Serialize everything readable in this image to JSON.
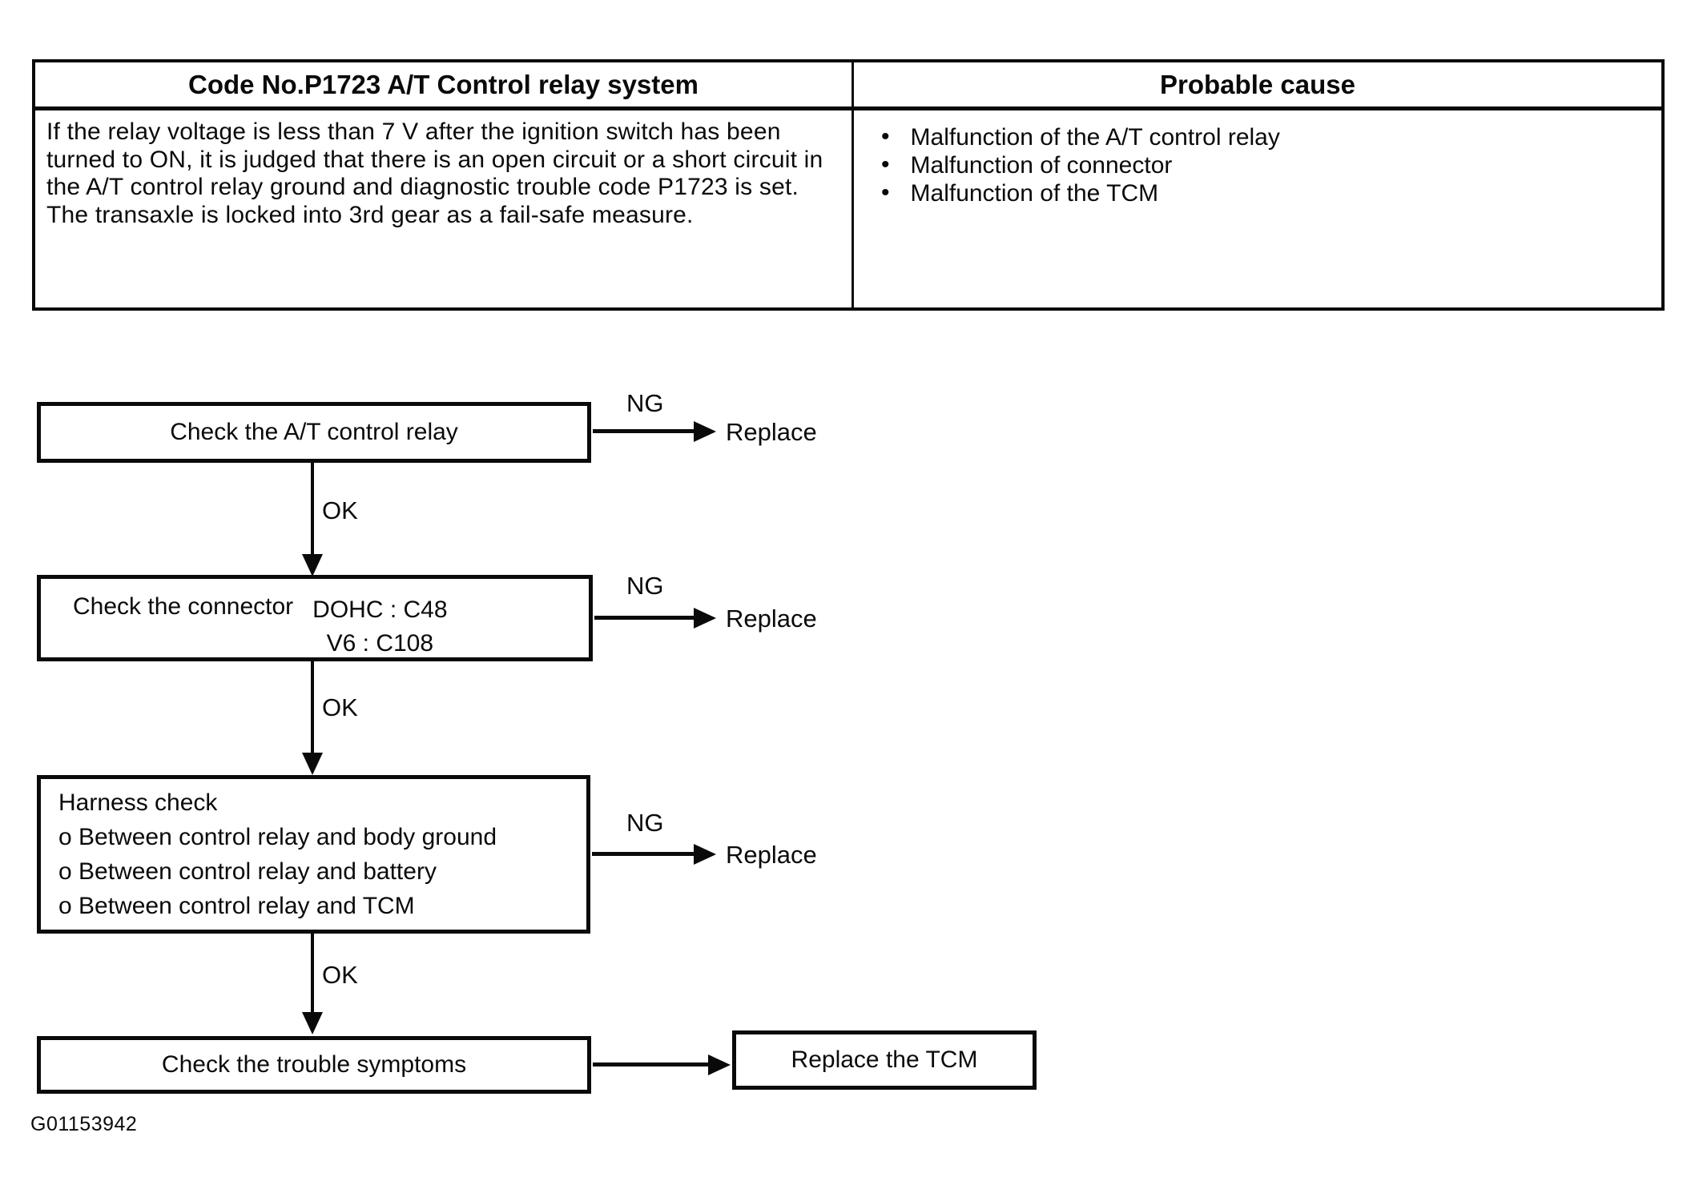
{
  "table": {
    "left_header": "Code No.P1723 A/T Control relay system",
    "right_header": "Probable cause",
    "description": "If the relay voltage is less than 7 V after the ignition switch has been turned to ON, it is judged that there is an open circuit or a short circuit in the A/T control relay ground and diagnostic trouble code P1723 is set. The transaxle is locked into 3rd gear as a fail-safe measure.",
    "causes": [
      "Malfunction of the A/T control relay",
      "Malfunction of connector",
      "Malfunction of the TCM"
    ]
  },
  "flowchart": {
    "labels": {
      "ng": "NG",
      "ok": "OK",
      "replace": "Replace"
    },
    "step1": {
      "label": "Check the A/T control relay"
    },
    "step2": {
      "label": "Check the connector",
      "dohc": "DOHC : C48",
      "v6": "V6 : C108"
    },
    "step3": {
      "title": "Harness check",
      "items": [
        "o Between control relay and body ground",
        "o Between control relay and battery",
        "o Between control relay and TCM"
      ]
    },
    "step4": {
      "label": "Check the trouble symptoms"
    },
    "result": {
      "label": "Replace the TCM"
    }
  },
  "figure_id": "G01153942"
}
